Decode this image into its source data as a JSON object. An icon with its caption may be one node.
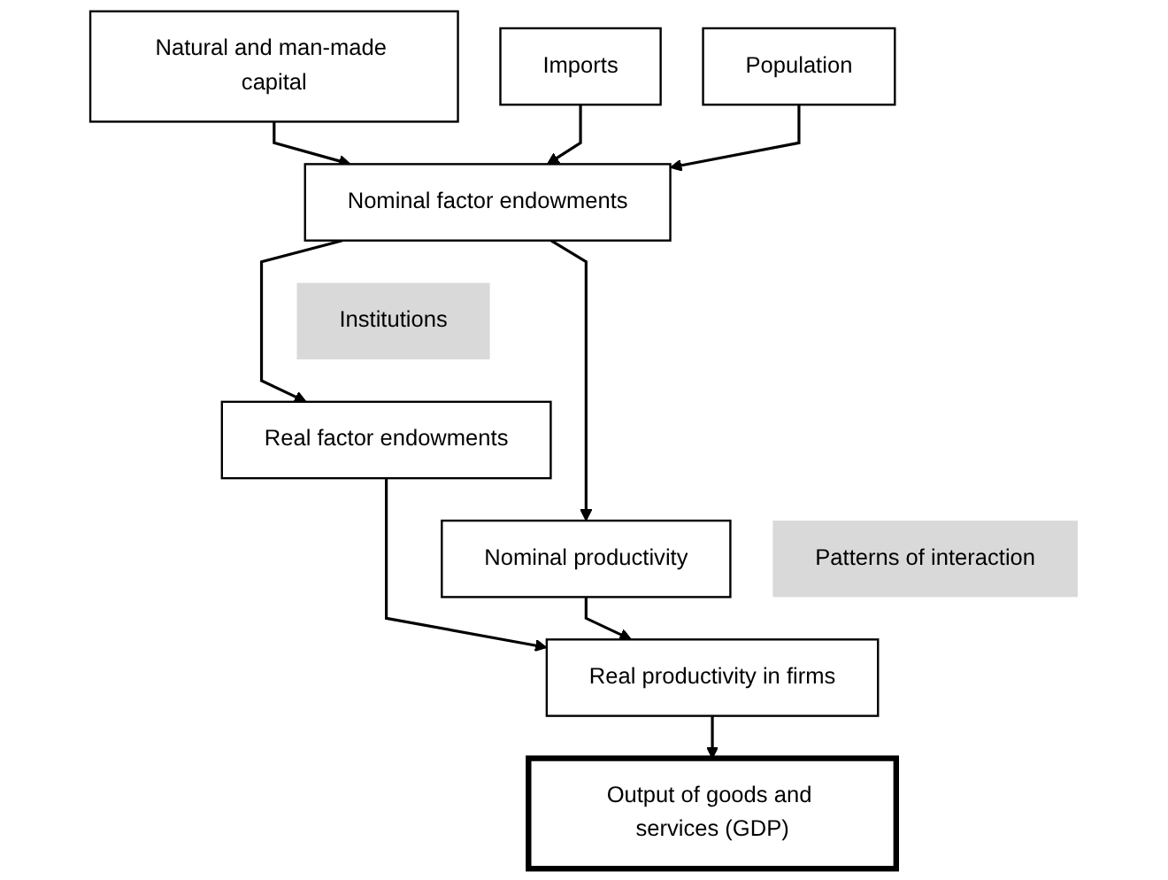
{
  "diagram": {
    "nodes": [
      {
        "text": [
          "Natural and man-made capital"
        ]
      },
      {
        "text": [
          "Imports"
        ]
      },
      {
        "text": [
          "Population"
        ]
      },
      {
        "text": [
          "Nominal factor endowments"
        ]
      },
      {
        "text": [
          "Institutions"
        ]
      },
      {
        "text": [
          "Real factor endowments"
        ]
      },
      {
        "text": [
          "Nominal productivity"
        ]
      },
      {
        "text": [
          "Patterns of interaction"
        ]
      },
      {
        "text": [
          "Real productivity in firms"
        ]
      },
      {
        "text": [
          "Output of goods and services (GDP)"
        ]
      }
    ],
    "edges": [
      {
        "from": 0,
        "to": 3,
        "arrow": "to"
      },
      {
        "from": 1,
        "to": 3,
        "arrow": "to"
      },
      {
        "from": 2,
        "to": 3,
        "arrow": "to"
      },
      {
        "from": 3,
        "to": 5,
        "arrow": "to"
      },
      {
        "from": 3,
        "to": 6,
        "arrow": "to"
      },
      {
        "from": 5,
        "to": 8,
        "arrow": "to"
      },
      {
        "from": 6,
        "to": 8,
        "arrow": "to"
      },
      {
        "from": 8,
        "to": 9,
        "arrow": "to"
      }
    ]
  }
}
